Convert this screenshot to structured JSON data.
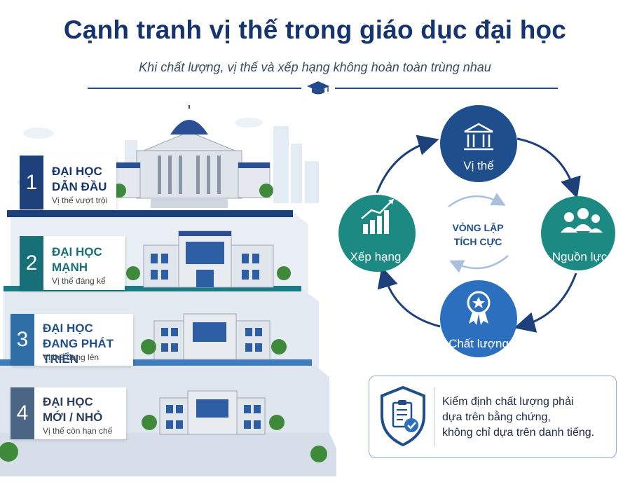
{
  "header": {
    "title": "Cạnh tranh vị thế trong giáo dục đại học",
    "subtitle": "Khi chất lượng, vị thế và xếp hạng không hoàn toàn trùng nhau"
  },
  "tiers": [
    {
      "number": "1",
      "title": "ĐẠI HỌC\nDẪN ĐẦU",
      "subtitle": "Vị thế vượt trội"
    },
    {
      "number": "2",
      "title": "ĐẠI HỌC\nMẠNH",
      "subtitle": "Vị thế đáng kể"
    },
    {
      "number": "3",
      "title": "ĐẠI HỌC\nĐANG PHÁT TRIỂN",
      "subtitle": "Vị thế đang lên"
    },
    {
      "number": "4",
      "title": "ĐẠI HỌC\nMỚI / NHỎ",
      "subtitle": "Vị thế còn hạn chế"
    }
  ],
  "cycle": {
    "center_line1": "VÒNG LẶP",
    "center_line2": "TÍCH CỰC",
    "nodes": {
      "top": "Vị thế",
      "right": "Nguồn lực",
      "bottom": "Chất lượng",
      "left": "Xếp hạng"
    }
  },
  "note": {
    "text": "Kiểm định chất lượng phải\ndựa trên bằng chứng,\nkhông chỉ dựa trên danh tiếng."
  },
  "colors": {
    "navy": "#16346f",
    "tier1": "#1d3f7a",
    "tier2": "#176f78",
    "tier3": "#2f6fa8",
    "tier4": "#4b6585",
    "node_dark": "#1f4e8c",
    "node_teal": "#1c8a83",
    "node_blue": "#2d6fbf"
  }
}
